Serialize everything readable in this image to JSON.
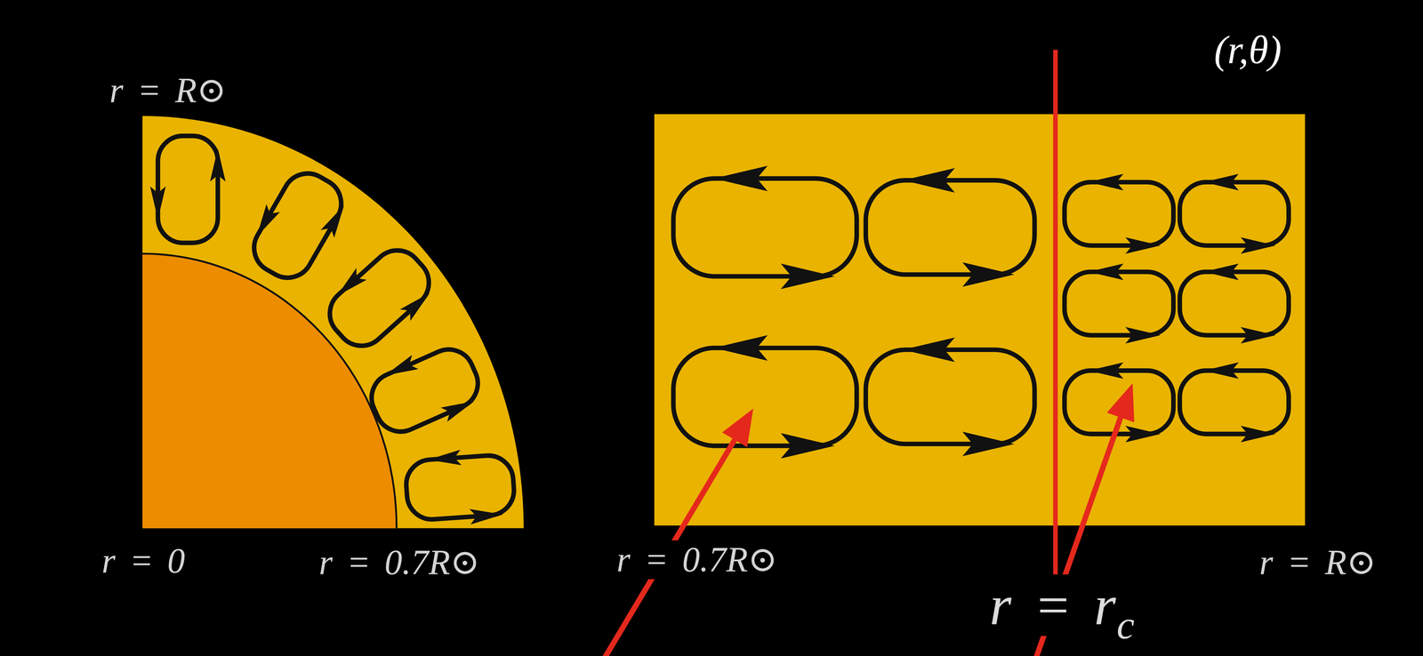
{
  "diagram": {
    "labels": [
      "r = R⊙",
      "r = 0",
      "r = 0.7R⊙",
      "(r,θ)",
      "r = 0.7R⊙",
      "r = R⊙",
      "r = r",
      "c"
    ]
  }
}
